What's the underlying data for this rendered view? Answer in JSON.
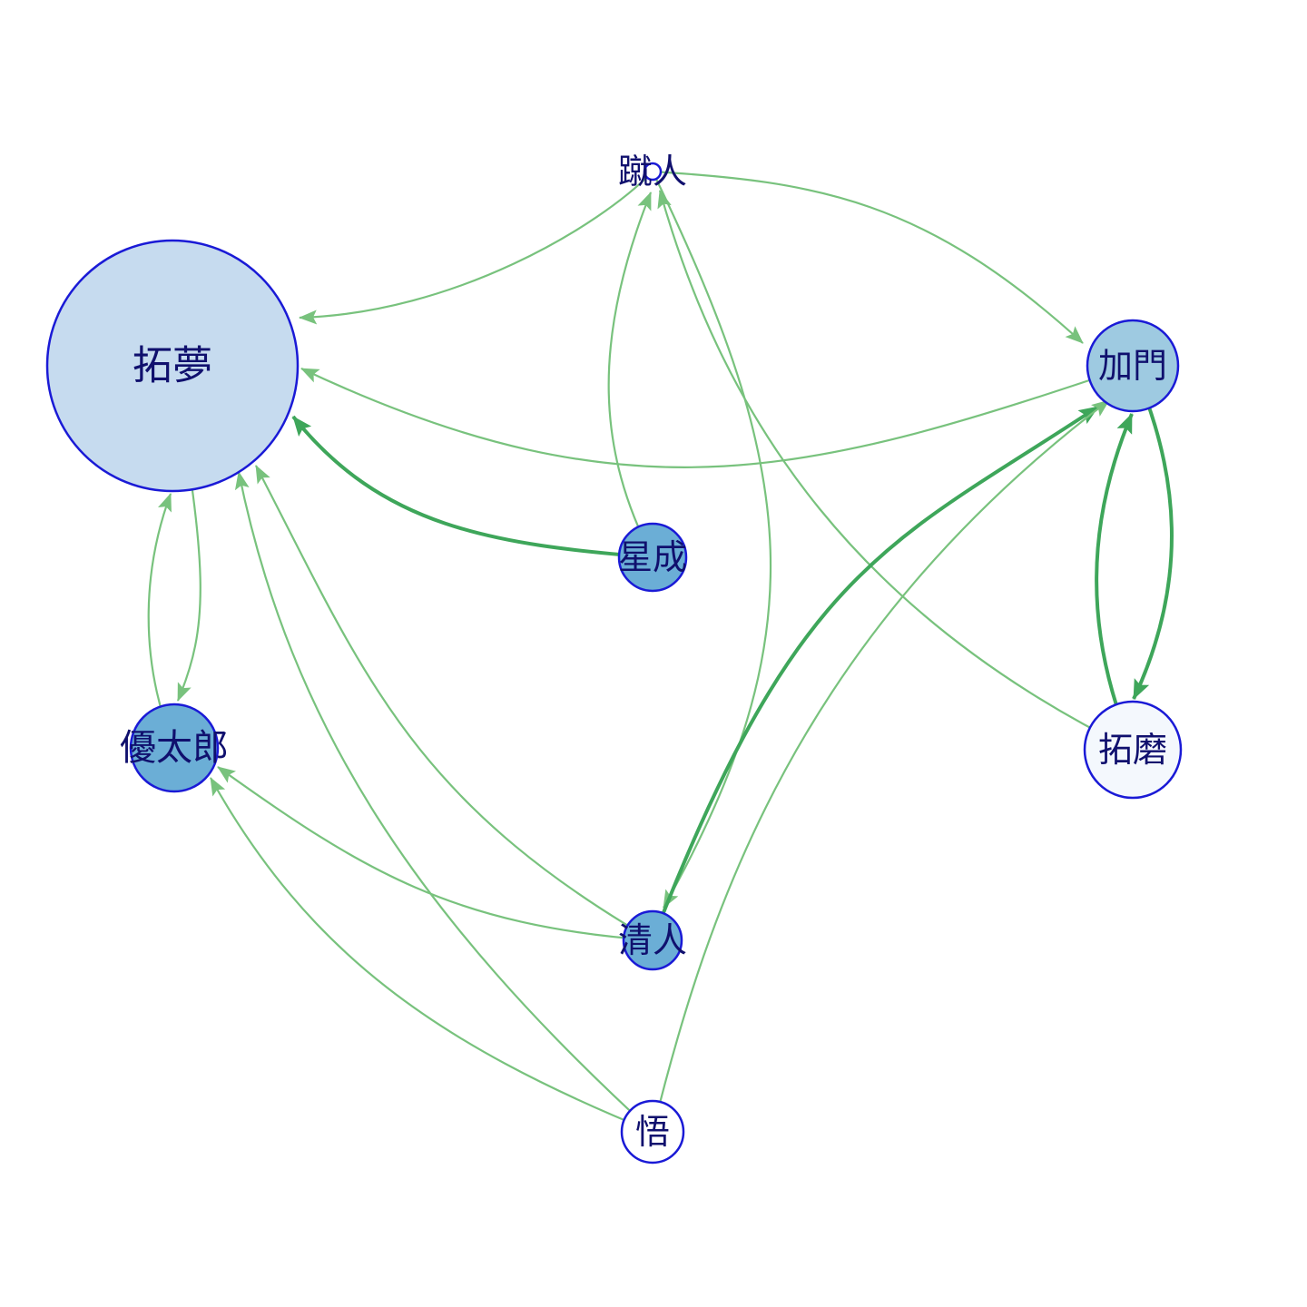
{
  "graph": {
    "type": "directed-network",
    "node_fill_scale": "blues (lighter = lower value)",
    "node_border_color": "#1a1ad6",
    "label_color": "#10106e",
    "edge_color_light": "#78c27d",
    "edge_color_strong": "#3ea65a",
    "nodes": [
      {
        "id": "n1",
        "label": "拓夢",
        "fill": "#c6dbef",
        "size": "largest"
      },
      {
        "id": "n2",
        "label": "蹴人",
        "fill": "#ffffff",
        "size": "tiny"
      },
      {
        "id": "n3",
        "label": "加門",
        "fill": "#9ecae1",
        "size": "small"
      },
      {
        "id": "n4",
        "label": "星成",
        "fill": "#6baed6",
        "size": "small"
      },
      {
        "id": "n5",
        "label": "優太郎",
        "fill": "#6baed6",
        "size": "small"
      },
      {
        "id": "n6",
        "label": "拓磨",
        "fill": "#f4f8fd",
        "size": "small"
      },
      {
        "id": "n7",
        "label": "清人",
        "fill": "#6baed6",
        "size": "small"
      },
      {
        "id": "n8",
        "label": "悟",
        "fill": "#ffffff",
        "size": "small"
      }
    ],
    "edges": [
      {
        "from": "蹴人",
        "to": "拓夢",
        "weight": 1
      },
      {
        "from": "蹴人",
        "to": "加門",
        "weight": 1
      },
      {
        "from": "蹴人",
        "to": "清人",
        "weight": 1
      },
      {
        "from": "加門",
        "to": "拓夢",
        "weight": 1
      },
      {
        "from": "加門",
        "to": "拓磨",
        "weight": 2
      },
      {
        "from": "拓磨",
        "to": "加門",
        "weight": 2
      },
      {
        "from": "拓磨",
        "to": "蹴人",
        "weight": 1
      },
      {
        "from": "星成",
        "to": "拓夢",
        "weight": 2
      },
      {
        "from": "星成",
        "to": "蹴人",
        "weight": 1
      },
      {
        "from": "拓夢",
        "to": "優太郎",
        "weight": 1
      },
      {
        "from": "優太郎",
        "to": "拓夢",
        "weight": 1
      },
      {
        "from": "清人",
        "to": "拓夢",
        "weight": 1
      },
      {
        "from": "清人",
        "to": "優太郎",
        "weight": 1
      },
      {
        "from": "清人",
        "to": "加門",
        "weight": 2
      },
      {
        "from": "悟",
        "to": "拓夢",
        "weight": 1
      },
      {
        "from": "悟",
        "to": "優太郎",
        "weight": 1
      },
      {
        "from": "悟",
        "to": "加門",
        "weight": 1
      }
    ]
  }
}
